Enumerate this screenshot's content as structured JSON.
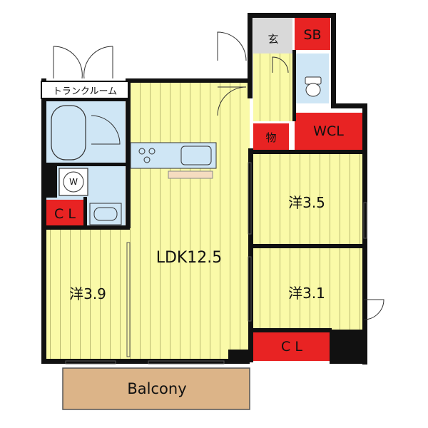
{
  "floorplan": {
    "rooms": {
      "ldk": "LDK12.5",
      "western_left": "洋3.9",
      "western_right_upper": "洋3.5",
      "western_right_lower": "洋3.1",
      "entrance": "玄",
      "storage": "物",
      "trunk_room": "トランクルーム",
      "balcony": "Balcony"
    },
    "closets": {
      "shoe_box": "SB",
      "walk_in_closet": "WCL",
      "closet_left": "C L",
      "closet_bottom": "C L"
    },
    "fixtures": {
      "washer": "W"
    },
    "colors": {
      "floor": "#fafaa8",
      "closet": "#e82323",
      "tile": "#cfe6f5",
      "balcony": "#dcb488",
      "wall": "#111111",
      "entrance_floor": "#d9d9d9"
    }
  }
}
